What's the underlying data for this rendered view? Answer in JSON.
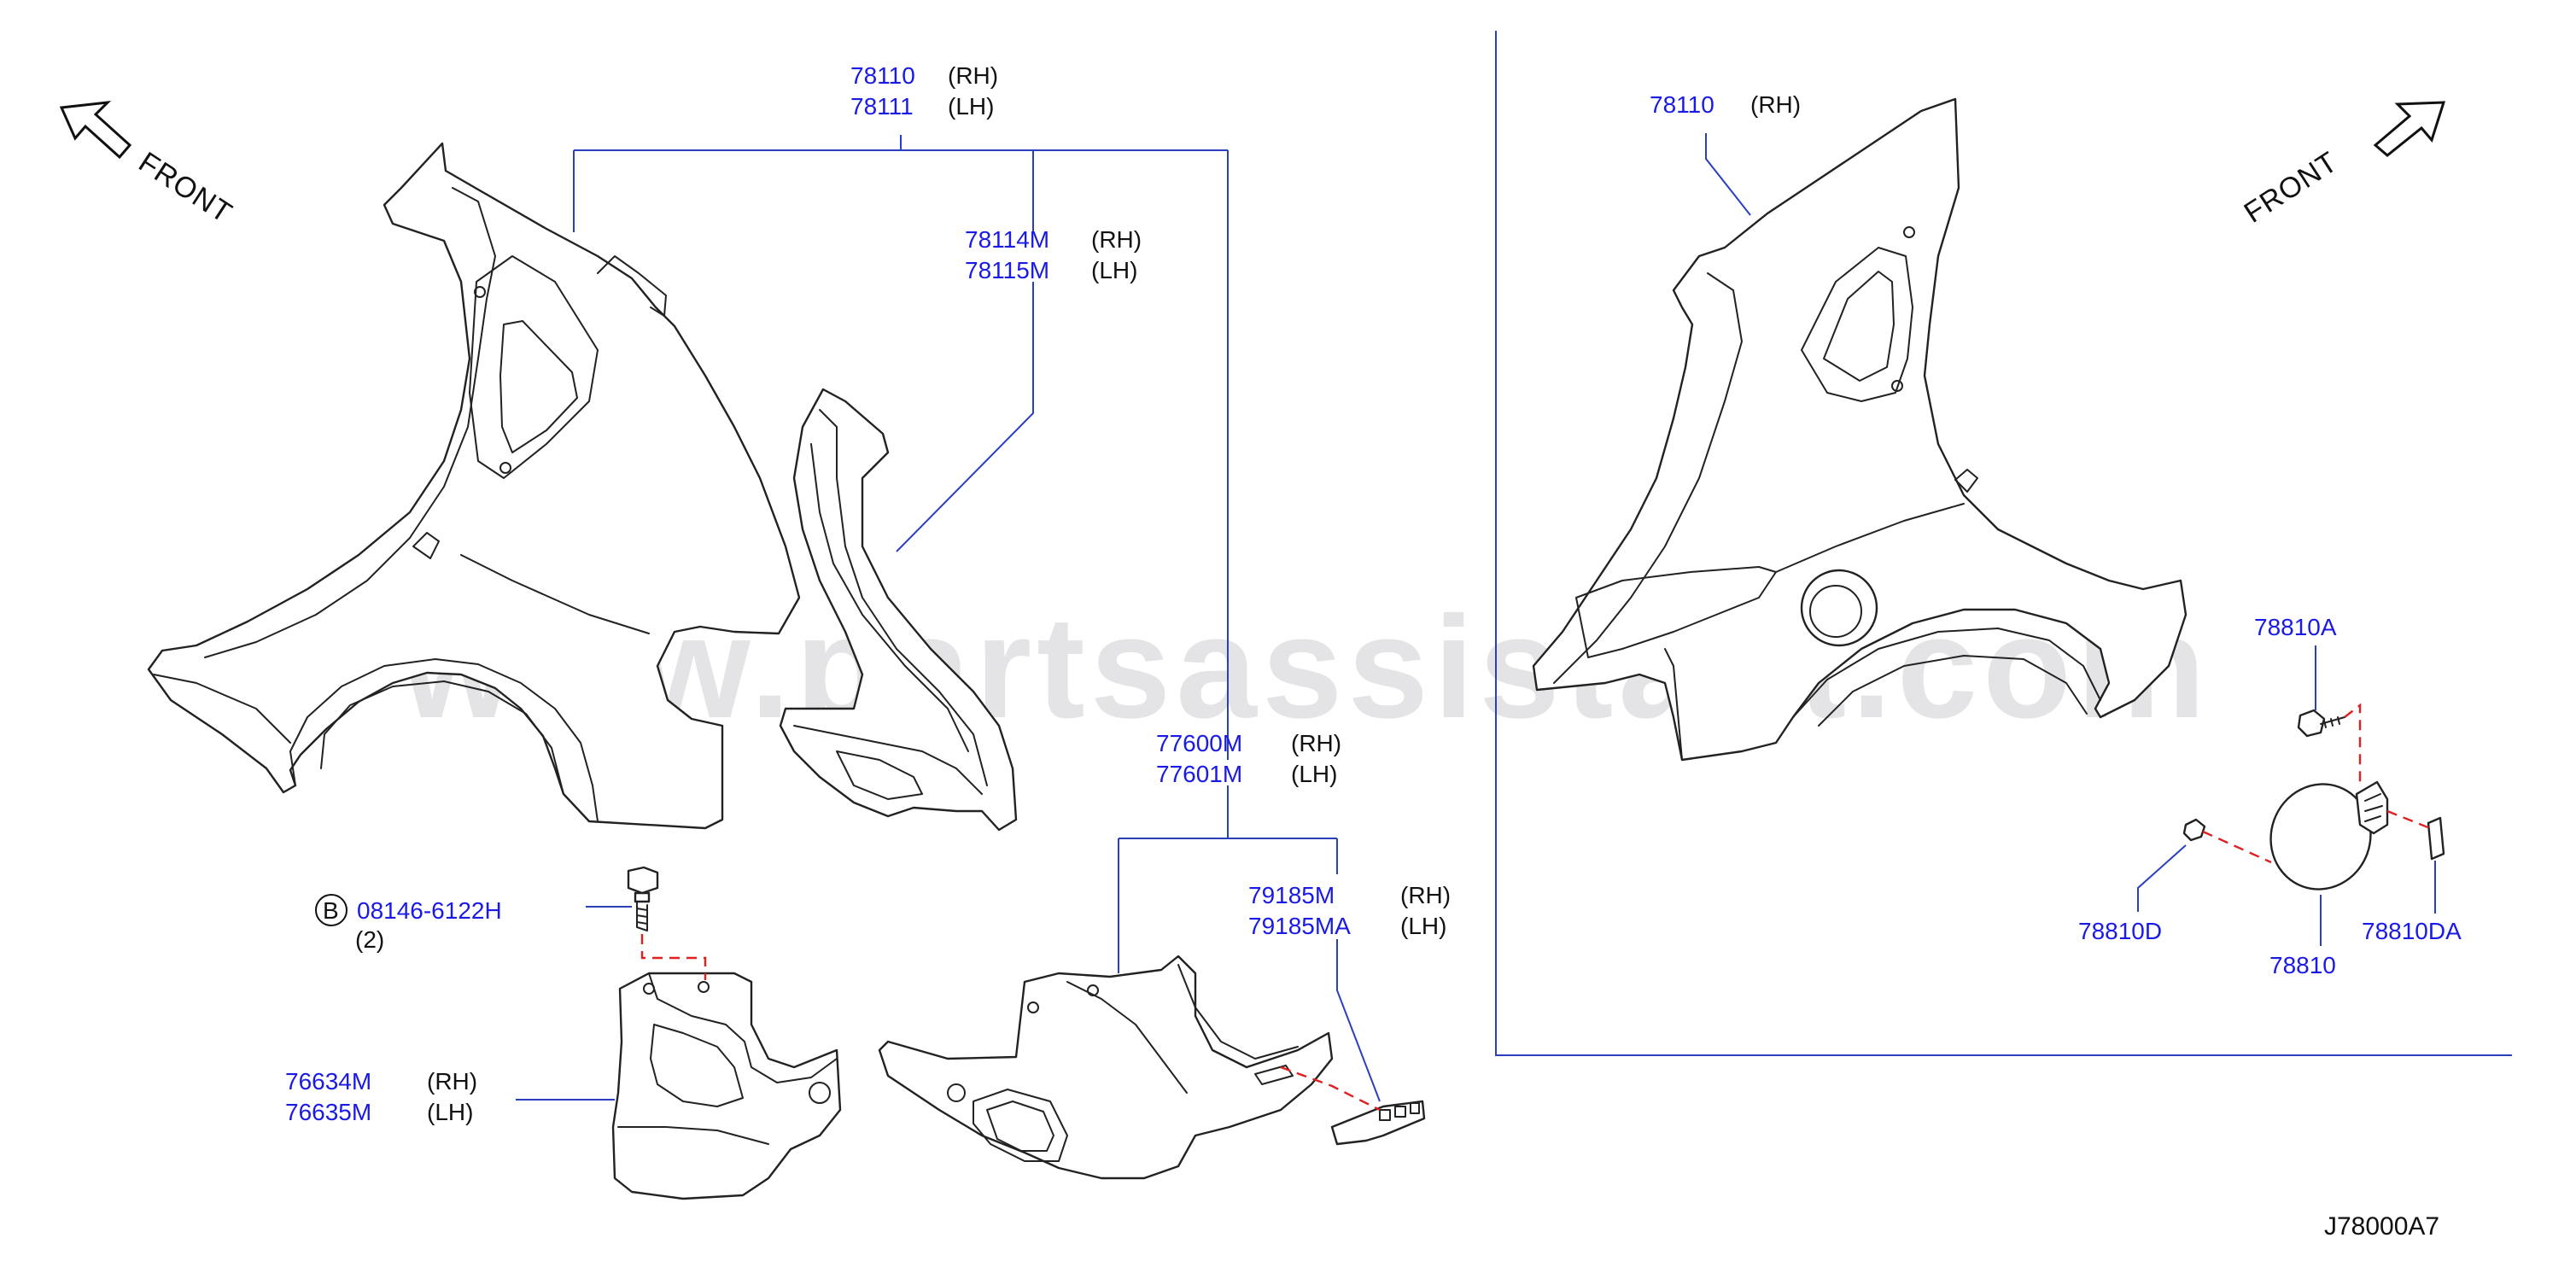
{
  "diagram_code": "J78000A7",
  "watermark": "www.partsassistant.com",
  "front_label": "FRONT",
  "circle_marker": "B",
  "parts": {
    "p78110_left": {
      "number": "78110",
      "side": "(RH)"
    },
    "p78111": {
      "number": "78111",
      "side": "(LH)"
    },
    "p78114M": {
      "number": "78114M",
      "side": "(RH)"
    },
    "p78115M": {
      "number": "78115M",
      "side": "(LH)"
    },
    "p77600M": {
      "number": "77600M",
      "side": "(RH)"
    },
    "p77601M": {
      "number": "77601M",
      "side": "(LH)"
    },
    "p79185M": {
      "number": "79185M",
      "side": "(RH)"
    },
    "p79185MA": {
      "number": "79185MA",
      "side": "(LH)"
    },
    "p08146": {
      "number": "08146-6122H",
      "qty": "(2)"
    },
    "p76634M": {
      "number": "76634M",
      "side": "(RH)"
    },
    "p76635M": {
      "number": "76635M",
      "side": "(LH)"
    },
    "p78110_right": {
      "number": "78110",
      "side": "(RH)"
    },
    "p78810A": {
      "number": "78810A"
    },
    "p78810D": {
      "number": "78810D"
    },
    "p78810": {
      "number": "78810"
    },
    "p78810DA": {
      "number": "78810DA"
    }
  },
  "colors": {
    "part_number": "#1a1ae6",
    "leader": "#2a3fbf",
    "dashed": "#e02020",
    "line_art": "#222222"
  }
}
